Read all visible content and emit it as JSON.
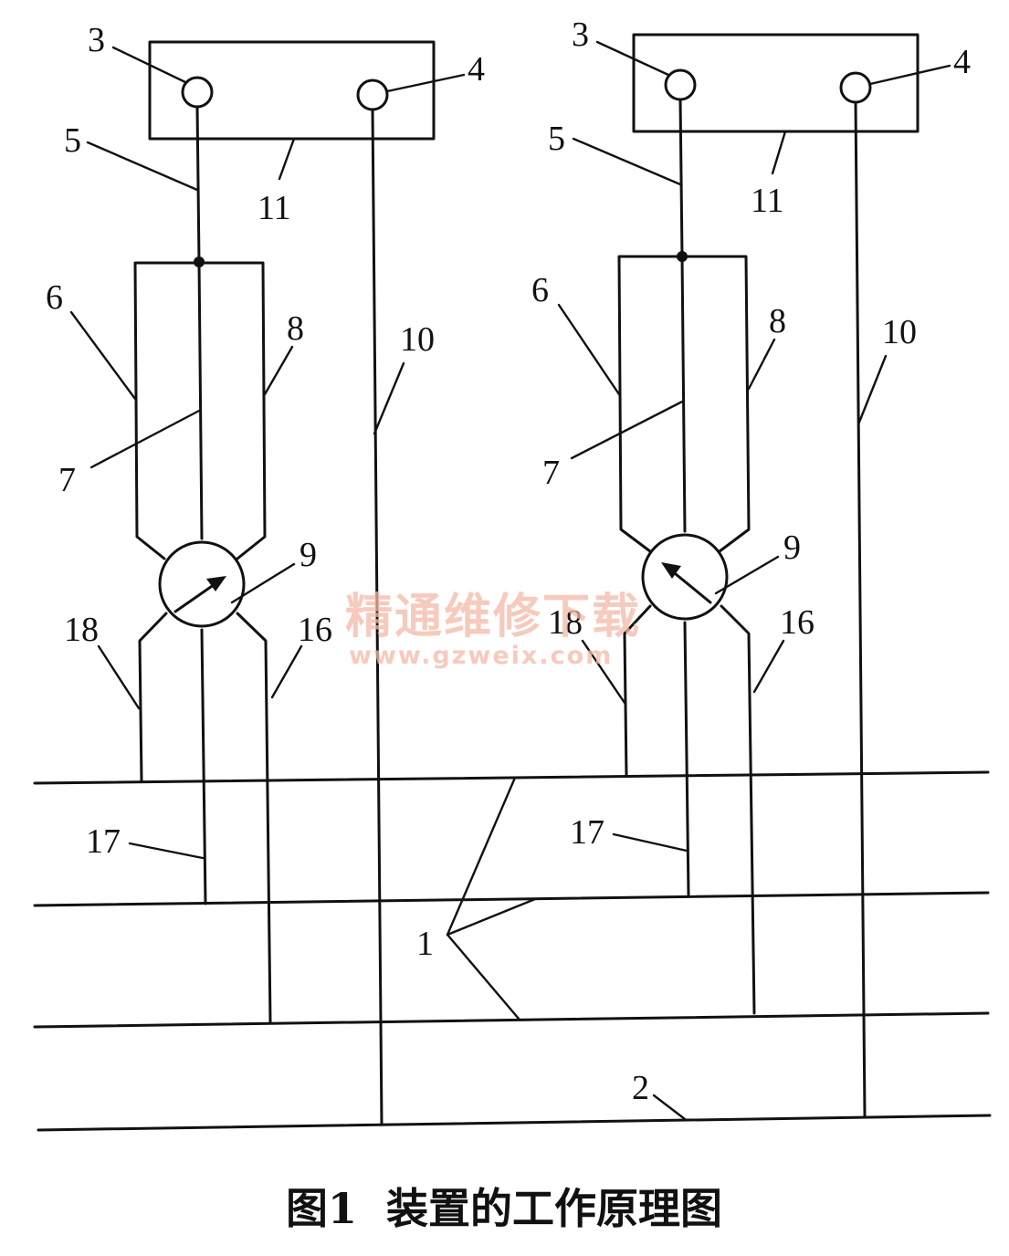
{
  "labels": {
    "left": {
      "n3": "3",
      "n4": "4",
      "n5": "5",
      "n11": "11",
      "n6": "6",
      "n8": "8",
      "n10": "10",
      "n7": "7",
      "n9": "9",
      "n18": "18",
      "n16": "16",
      "n17": "17"
    },
    "right": {
      "n3": "3",
      "n4": "4",
      "n5": "5",
      "n11": "11",
      "n6": "6",
      "n8": "8",
      "n10": "10",
      "n7": "7",
      "n9": "9",
      "n18": "18",
      "n16": "16",
      "n17": "17"
    },
    "n1": "1",
    "n2": "2"
  },
  "watermark": {
    "text": "精通维修下载",
    "url": "www.gzweix.com"
  },
  "caption": "图1  装置的工作原理图"
}
